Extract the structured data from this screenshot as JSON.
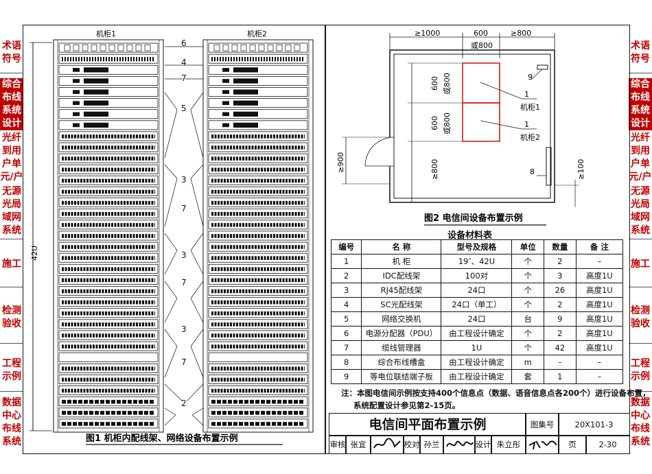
{
  "left_tabs": [
    {
      "label": "术语符号",
      "active": false
    },
    {
      "label": "综合布线系统设计",
      "active": true
    },
    {
      "label": "光纤到用户单元/户",
      "active": false
    },
    {
      "label": "无源光局域网系统",
      "active": false
    },
    {
      "label": "施工",
      "active": false
    },
    {
      "label": "检测验收",
      "active": false
    },
    {
      "label": "工程示例",
      "active": false
    },
    {
      "label": "数据中心布线系统",
      "active": false
    }
  ],
  "right_tabs": [
    {
      "label": "术语符号",
      "active": false
    },
    {
      "label": "综合布线系统设计",
      "active": true
    },
    {
      "label": "光纤到用户单元/户",
      "active": false
    },
    {
      "label": "无源光局域网系统",
      "active": false
    },
    {
      "label": "施工",
      "active": false
    },
    {
      "label": "检测验收",
      "active": false
    },
    {
      "label": "工程示例",
      "active": false
    },
    {
      "label": "数据中心布线系统",
      "active": false
    }
  ],
  "figure1": {
    "cabinet1_label": "机柜1",
    "cabinet2_label": "机柜2",
    "height_label": "42U",
    "callouts": [
      "6",
      "4",
      "7",
      "5",
      "3",
      "7",
      "3",
      "7",
      "3",
      "7",
      "2"
    ],
    "caption": "图1   机柜内配线架、网络设备布置示例"
  },
  "figure2": {
    "dim_top_left": "≥1000",
    "dim_top_mid": "600",
    "dim_top_mid2": "或800",
    "dim_top_right": "≥800",
    "dim_left_1": "600",
    "dim_left_1b": "或800",
    "dim_left_2": "600",
    "dim_left_2b": "或800",
    "dim_left_3": "≥800",
    "door_dim": "≥900",
    "right_dim": "≥100",
    "label_9": "9",
    "label_1a": "1",
    "cab1": "机柜1",
    "label_1b": "1",
    "cab2": "机柜2",
    "label_8": "8",
    "caption": "图2   电信间设备布置示例"
  },
  "table": {
    "title": "设备材料表",
    "headers": [
      "编号",
      "名    称",
      "型号及规格",
      "单位",
      "数量",
      "备  注"
    ],
    "rows": [
      [
        "1",
        "机    柜",
        "19″、42U",
        "个",
        "2",
        "–"
      ],
      [
        "2",
        "IDC配线架",
        "100对",
        "个",
        "3",
        "高度1U"
      ],
      [
        "3",
        "RJ45配线架",
        "24口",
        "个",
        "26",
        "高度1U"
      ],
      [
        "4",
        "SC光配线架",
        "24口（单工）",
        "个",
        "2",
        "高度1U"
      ],
      [
        "5",
        "网络交换机",
        "24口",
        "台",
        "9",
        "高度1U"
      ],
      [
        "6",
        "电源分配器（PDU）",
        "由工程设计确定",
        "个",
        "2",
        "高度1U"
      ],
      [
        "7",
        "缆线管理器",
        "1U",
        "个",
        "42",
        "高度1U"
      ],
      [
        "8",
        "综合布线槽盒",
        "由工程设计确定",
        "m",
        "–",
        "–"
      ],
      [
        "9",
        "等电位联结端子板",
        "由工程设计确定",
        "套",
        "1",
        "–"
      ]
    ]
  },
  "note_line1": "注：本图电信间示例按支持400个信息点（数据、语音信息点各200个）进行设备布置，",
  "note_line2": "系统配置设计参见第2-15页。",
  "title_block": {
    "title": "电信间平面布置示例",
    "atlas_label": "图集号",
    "atlas_no": "20X101-3",
    "review_label": "审核",
    "reviewer": "张宜",
    "check_label": "校对",
    "checker": "孙兰",
    "design_label": "设计",
    "designer": "朱立彤",
    "page_label": "页",
    "page_no": "2-30"
  },
  "colors": {
    "accent": "#c00000",
    "line": "#111111",
    "cabinet_red": "#d81b1b"
  }
}
